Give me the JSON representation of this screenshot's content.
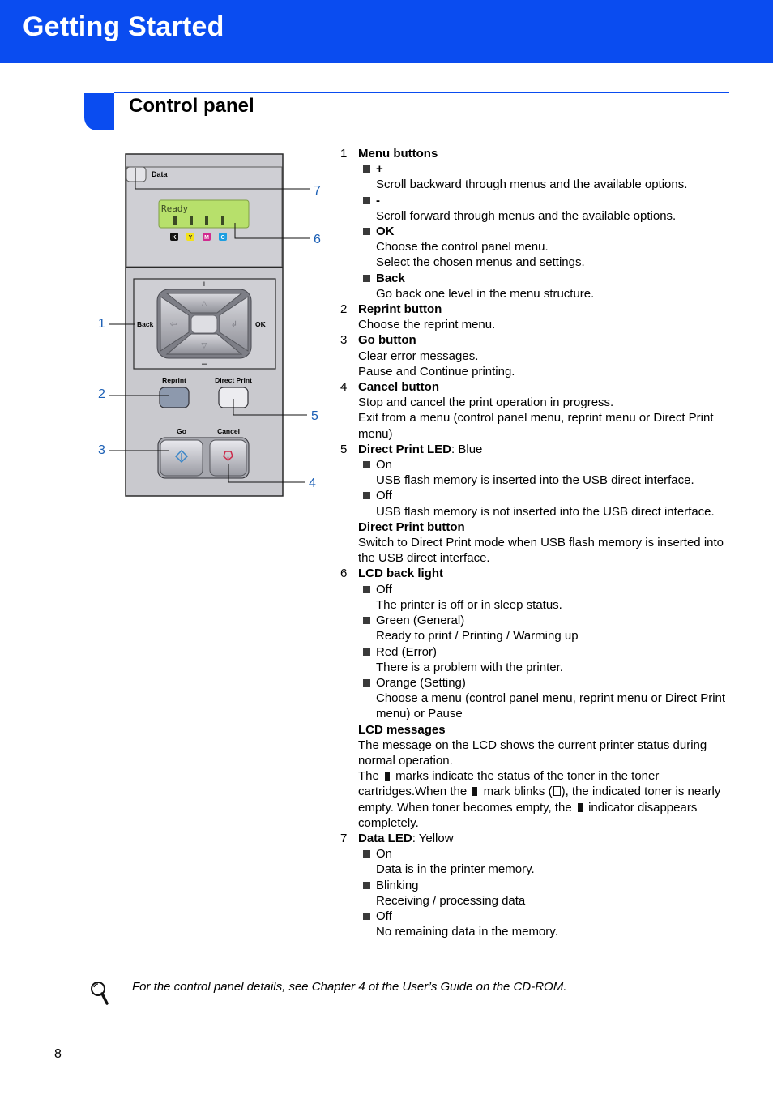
{
  "header": {
    "title": "Getting Started"
  },
  "section": {
    "title": "Control panel"
  },
  "panel": {
    "data_label": "Data",
    "lcd_text": "Ready",
    "toner_labels": [
      "K",
      "Y",
      "M",
      "C"
    ],
    "plus": "+",
    "minus": "–",
    "back_label": "Back",
    "ok_label": "OK",
    "reprint_label": "Reprint",
    "direct_print_label": "Direct Print",
    "go_label": "Go",
    "cancel_label": "Cancel",
    "callouts": {
      "c1": "1",
      "c2": "2",
      "c3": "3",
      "c4": "4",
      "c5": "5",
      "c6": "6",
      "c7": "7"
    },
    "colors": {
      "accent": "#0a4cf0",
      "callout": "#1b5fb5",
      "lcd": "#b7e06b",
      "go": "#3a86c8",
      "cancel": "#cc2a4a"
    }
  },
  "items": [
    {
      "num": "1",
      "title": "Menu buttons",
      "subs": [
        {
          "label": "+",
          "bold": true,
          "lines": [
            "Scroll backward through menus and the available options."
          ]
        },
        {
          "label": "-",
          "bold": true,
          "lines": [
            "Scroll forward through menus and the available options."
          ]
        },
        {
          "label": "OK",
          "bold": true,
          "lines": [
            "Choose the control panel menu.",
            "Select the chosen menus and settings."
          ]
        },
        {
          "label": "Back",
          "bold": true,
          "lines": [
            "Go back one level in the menu structure."
          ]
        }
      ]
    },
    {
      "num": "2",
      "title": "Reprint button",
      "lines": [
        "Choose the reprint menu."
      ]
    },
    {
      "num": "3",
      "title": "Go button",
      "lines": [
        "Clear error messages.",
        "Pause and Continue printing."
      ]
    },
    {
      "num": "4",
      "title": "Cancel button",
      "lines": [
        "Stop and cancel the print operation in progress.",
        "Exit from a menu (control panel menu, reprint menu or Direct Print menu)"
      ]
    },
    {
      "num": "5",
      "title": "Direct Print LED",
      "title_suffix": ": Blue",
      "subs": [
        {
          "label": "On",
          "lines": [
            "USB flash memory is inserted into the USB direct interface."
          ]
        },
        {
          "label": "Off",
          "lines": [
            "USB flash memory is not inserted into the USB direct interface."
          ]
        }
      ],
      "extra_title": "Direct Print button",
      "extra_lines": [
        "Switch to Direct Print mode when USB flash memory is inserted into the USB direct interface."
      ]
    },
    {
      "num": "6",
      "title": "LCD back light",
      "subs": [
        {
          "label": "Off",
          "lines": [
            "The printer is off or in sleep status."
          ]
        },
        {
          "label": "Green (General)",
          "lines": [
            "Ready to print / Printing / Warming up"
          ]
        },
        {
          "label": "Red (Error)",
          "lines": [
            "There is a problem with the printer."
          ]
        },
        {
          "label": "Orange (Setting)",
          "lines": [
            "Choose a menu (control panel menu, reprint menu or Direct Print menu) or Pause"
          ]
        }
      ],
      "extra_title": "LCD messages",
      "extra_lines": [
        "The message on the LCD shows the current printer status during normal operation."
      ],
      "toner_text": [
        "The ",
        " marks indicate the status of the toner in the toner cartridges.When the ",
        " mark blinks (",
        "), the indicated toner is nearly empty. When toner becomes empty, the ",
        " indicator disappears completely."
      ]
    },
    {
      "num": "7",
      "title": "Data LED",
      "title_suffix": ": Yellow",
      "subs": [
        {
          "label": "On",
          "lines": [
            "Data is in the printer memory."
          ]
        },
        {
          "label": "Blinking",
          "lines": [
            "Receiving / processing data"
          ]
        },
        {
          "label": "Off",
          "lines": [
            "No remaining data in the memory."
          ]
        }
      ]
    }
  ],
  "note": "For the control panel details, see Chapter 4 of the User’s Guide on the CD-ROM.",
  "page_number": "8"
}
